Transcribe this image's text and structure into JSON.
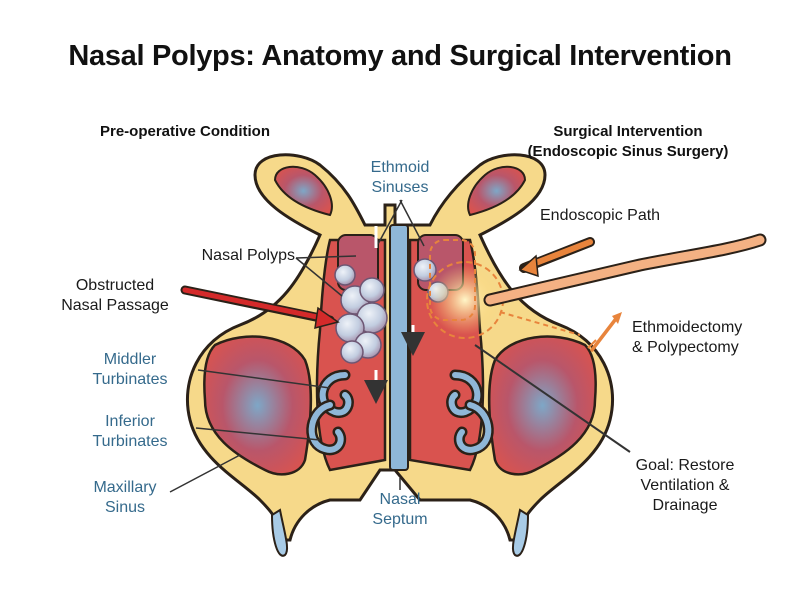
{
  "title": "Nasal Polyps: Anatomy and Surgical Intervention",
  "sections": {
    "pre_op": "Pre-operative Condition",
    "surgical_line1": "Surgical Intervention",
    "surgical_line2": "(Endoscopic Sinus Surgery)"
  },
  "labels": {
    "ethmoid_1": "Ethmoid",
    "ethmoid_2": "Sinuses",
    "nasal_polyps": "Nasal Polyps",
    "obstructed_1": "Obstructed",
    "obstructed_2": "Nasal Passage",
    "middler_1": "Middler",
    "middler_2": "Turbinates",
    "inferior_1": "Inferior",
    "inferior_2": "Turbinates",
    "maxillary_1": "Maxillary",
    "maxillary_2": "Sinus",
    "septum_1": "Nasal",
    "septum_2": "Septum",
    "endoscopic_path": "Endoscopic Path",
    "ethmoidectomy_1": "Ethmoidectomy",
    "ethmoidectomy_2": "& Polypectomy",
    "goal_1": "Goal: Restore",
    "goal_2": "Ventilation &",
    "goal_3": "Drainage"
  },
  "colors": {
    "bone": "#f6d98a",
    "outline": "#2b2118",
    "tissue_red": "#d9534f",
    "tissue_blue": "#7ea7c7",
    "polyp": "#c2cde0",
    "septum": "#8fb7d8",
    "label_blue": "#356a8c",
    "arrow_red": "#d42a2a",
    "arrow_orange": "#e8843c"
  }
}
